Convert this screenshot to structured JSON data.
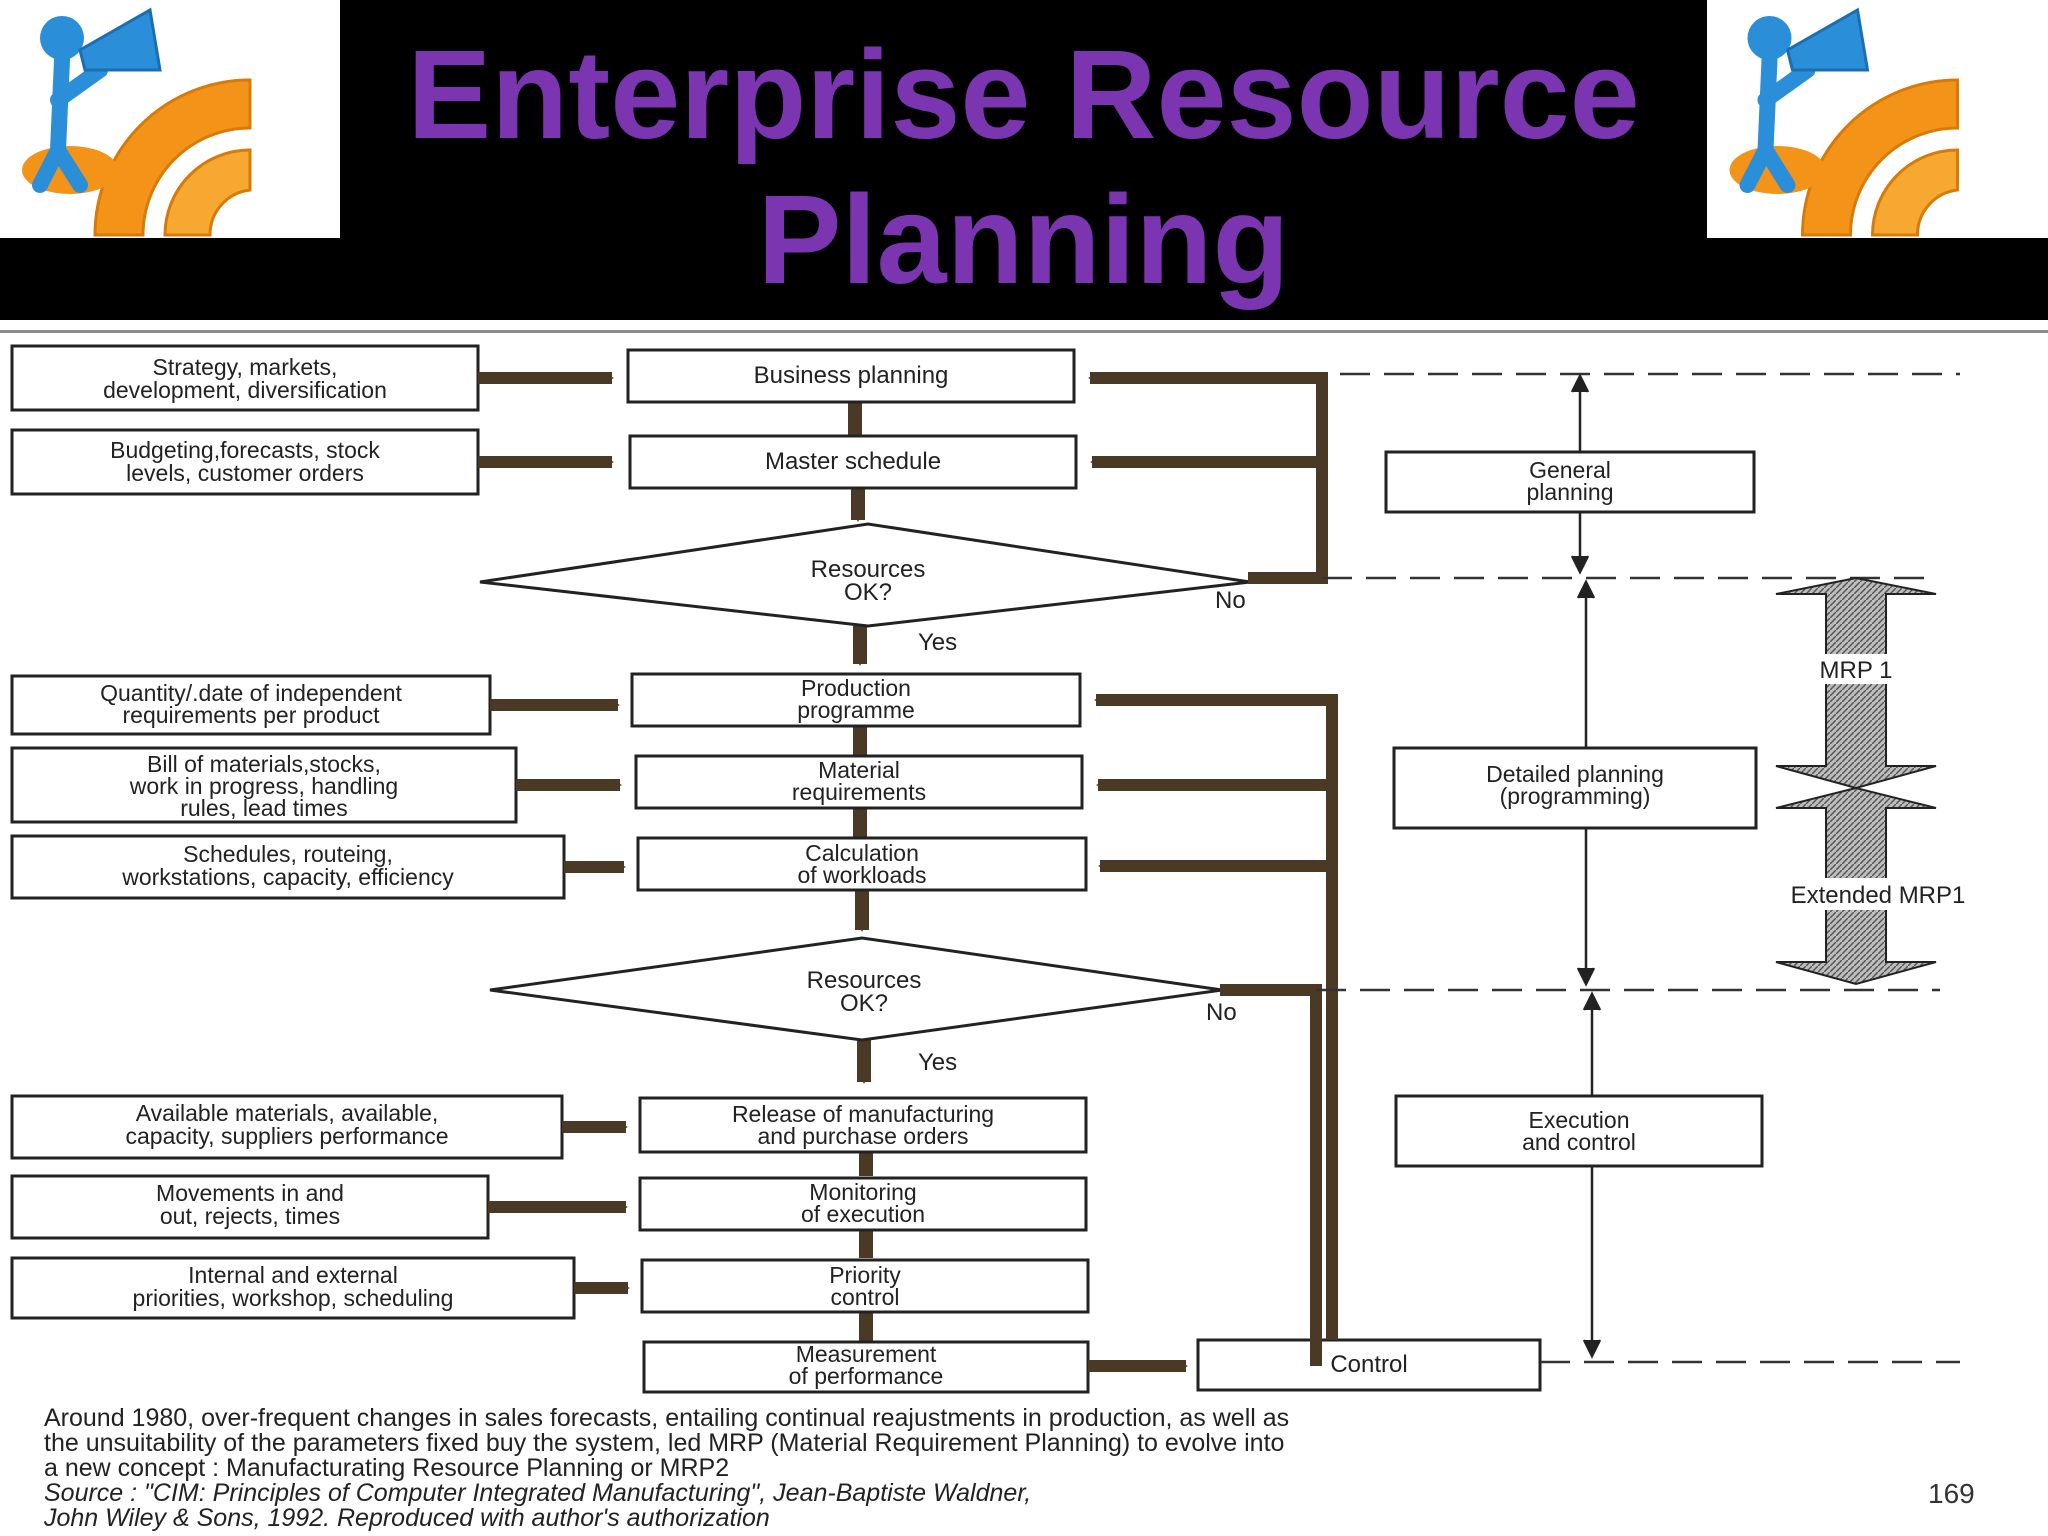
{
  "title": {
    "line1": "Enterprise Resource",
    "line2": "Planning"
  },
  "icons": {
    "left": "megaphone-rss-icon",
    "right": "megaphone-rss-icon"
  },
  "colors": {
    "title": "#7b35b0",
    "arrows": "#4a3a25",
    "rss": "#f39419",
    "figure": "#2a8fd8"
  },
  "inputs": [
    {
      "l1": "Strategy, markets,",
      "l2": "development, diversification"
    },
    {
      "l1": "Budgeting,forecasts, stock",
      "l2": "levels, customer orders"
    },
    {
      "l1": "Quantity/.date of independent",
      "l2": "requirements per product"
    },
    {
      "l1": "Bill of materials,stocks,",
      "l2": "work in progress, handling",
      "l3": "rules, lead times"
    },
    {
      "l1": "Schedules, routeing,",
      "l2": "workstations, capacity, efficiency"
    },
    {
      "l1": "Available materials, available,",
      "l2": "capacity, suppliers performance"
    },
    {
      "l1": "Movements in and",
      "l2": "out, rejects, times"
    },
    {
      "l1": "Internal and external",
      "l2": "priorities, workshop, scheduling"
    }
  ],
  "steps": {
    "business": "Business   planning",
    "master": "Master schedule",
    "prod1": "Production",
    "prod2": "programme",
    "mat1": "Material",
    "mat2": "requirements",
    "calc1": "Calculation",
    "calc2": "of workloads",
    "rel1": "Release of manufacturing",
    "rel2": "and purchase orders",
    "mon1": "Monitoring",
    "mon2": "of execution",
    "pri1": "Priority",
    "pri2": "control",
    "meas1": "Measurement",
    "meas2": "of performance",
    "control": "Control"
  },
  "decisions": {
    "d1": "Resources",
    "d2": "OK?",
    "yes": "Yes",
    "no": "No"
  },
  "phases": {
    "gen1": "General",
    "gen2": "planning",
    "det1": "Detailed planning",
    "det2": "(programming)",
    "exe1": "Execution",
    "exe2": "and control"
  },
  "mrp": {
    "mrp1": "MRP 1",
    "ext": "Extended MRP1"
  },
  "caption": {
    "line1": "Around 1980, over-frequent changes in sales forecasts, entailing continual reajustments in production, as well as",
    "line2": "the unsuitability of the parameters fixed buy the system, led MRP (Material Requirement Planning) to evolve into",
    "line3": "a new concept : Manufacturating Resource Planning or MRP2",
    "line4": "Source : \"CIM: Principles of Computer Integrated Manufacturing\", Jean-Baptiste Waldner,",
    "line5": "John Wiley & Sons, 1992. Reproduced with author's authorization"
  },
  "page_number": "169"
}
